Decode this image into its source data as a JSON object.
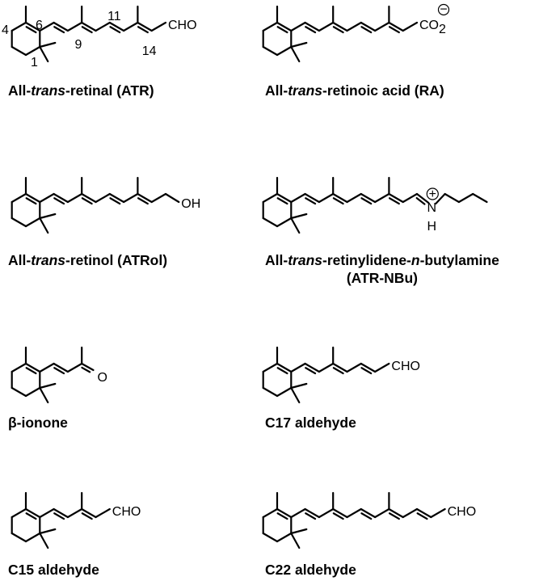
{
  "figure": {
    "numbering": [
      "4",
      "6",
      "1",
      "9",
      "11",
      "14"
    ],
    "molecules": [
      {
        "id": "atr",
        "name_parts": [
          "All-",
          "trans",
          "-retinal (ATR)"
        ],
        "last": 9,
        "doubles": [
          1,
          3,
          5,
          7
        ],
        "methyls": [
          3,
          7
        ],
        "end": {
          "type": "text",
          "k": 9,
          "text": "CHO"
        }
      },
      {
        "id": "ra",
        "name_parts": [
          "All-",
          "trans",
          "-retinoic acid (RA)"
        ],
        "last": 9,
        "doubles": [
          1,
          3,
          5,
          7
        ],
        "methyls": [
          3,
          7
        ],
        "end": {
          "type": "carboxylate",
          "k": 9,
          "text": "CO",
          "sub": "2",
          "charge": "−"
        }
      },
      {
        "id": "atrol",
        "name_parts": [
          "All-",
          "trans",
          "-retinol (ATRol)"
        ],
        "last": 10,
        "doubles": [
          1,
          3,
          5,
          7
        ],
        "methyls": [
          3,
          7
        ],
        "end": {
          "type": "text",
          "k": 10,
          "text": "OH"
        }
      },
      {
        "id": "atr-nbu",
        "name_parts": [
          "All-",
          "trans",
          "-retinylidene-",
          "n",
          "-butylamine"
        ],
        "name_line2": "(ATR-NBu)",
        "last": 14,
        "doubles": [
          1,
          3,
          5,
          7,
          9
        ],
        "methyls": [
          3,
          7
        ],
        "end": {
          "type": "iminium",
          "k": 10,
          "text": "N",
          "h": "H",
          "charge": "+"
        }
      },
      {
        "id": "b-ionone",
        "name_parts": [
          "β-ionone"
        ],
        "last": 4,
        "doubles": [
          1,
          3
        ],
        "methyls": [
          3
        ],
        "end": {
          "type": "ketone",
          "k": 4,
          "text": "O"
        }
      },
      {
        "id": "c17",
        "name_parts": [
          "C17 aldehyde"
        ],
        "last": 7,
        "doubles": [
          1,
          3,
          5
        ],
        "methyls": [
          3
        ],
        "end": {
          "type": "text",
          "k": 7,
          "text": "CHO"
        }
      },
      {
        "id": "c15",
        "name_parts": [
          "C15 aldehyde"
        ],
        "last": 5,
        "doubles": [
          1,
          3
        ],
        "methyls": [
          3
        ],
        "end": {
          "type": "text",
          "k": 5,
          "text": "CHO"
        }
      },
      {
        "id": "c22",
        "name_parts": [
          "C22 aldehyde"
        ],
        "last": 11,
        "doubles": [
          1,
          3,
          5,
          7,
          9
        ],
        "methyls": [
          3,
          7
        ],
        "end": {
          "type": "text",
          "k": 11,
          "text": "CHO"
        }
      }
    ]
  }
}
